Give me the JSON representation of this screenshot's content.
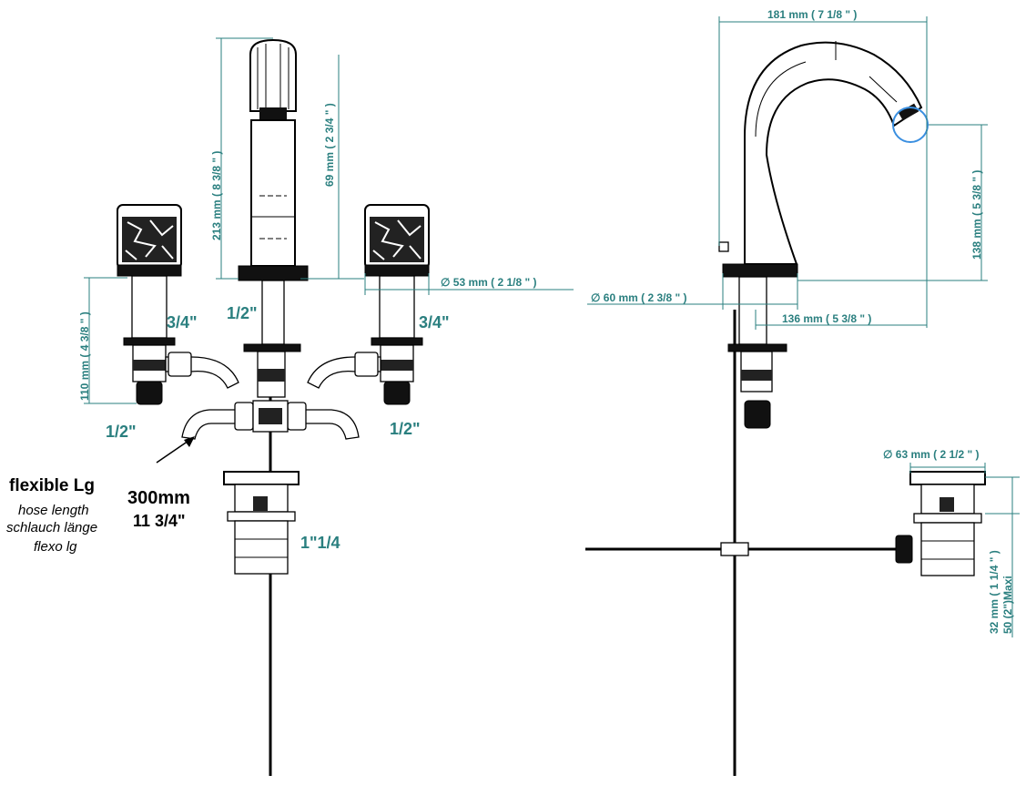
{
  "colors": {
    "dimension": "#2a7f7f",
    "line": "#000000",
    "highlight": "#3a8fe0",
    "background": "#ffffff"
  },
  "front_view": {
    "dim_height": "213 mm ( 8 3/8 \" )",
    "dim_body": "69 mm ( 2 3/4 \" )",
    "dim_handle": "110 mm ( 4 3/8 \" )",
    "dim_handle_dia": "∅  53 mm ( 2 1/8 \" )",
    "thread_left_top": "3/4\"",
    "thread_center": "1/2\"",
    "thread_right_top": "3/4\"",
    "thread_left_bottom": "1/2\"",
    "thread_right_bottom": "1/2\"",
    "thread_drain": "1\"1/4",
    "hose_title": "flexible Lg",
    "hose_lines": [
      "hose length",
      "schlauch länge",
      "flexo lg"
    ],
    "hose_length": "300mm",
    "hose_length_inch": "11 3/4\""
  },
  "side_view": {
    "dim_reach": "181 mm ( 7 1/8 \" )",
    "dim_spout_height": "138 mm ( 5 3/8 \" )",
    "dim_base_dia": "∅  60 mm ( 2 3/8 \" )",
    "dim_projection": "136 mm ( 5 3/8 \" )",
    "dim_drain_dia": "∅  63 mm ( 2 1/2 \" )",
    "dim_drain_height": "32 mm ( 1 1/4 \" )",
    "dim_drain_maxi": "50 (2\")Maxi"
  }
}
